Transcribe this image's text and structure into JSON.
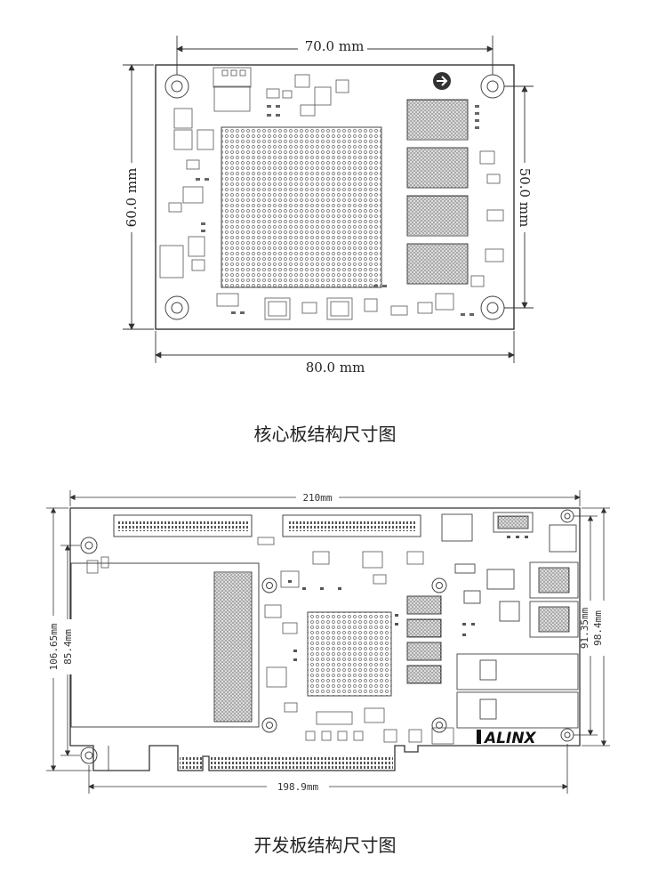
{
  "core_board": {
    "caption": "核心板结构尺寸图",
    "dim_top": "70.0 mm",
    "dim_bottom": "80.0 mm",
    "dim_left": "60.0 mm",
    "dim_right": "50.0 mm"
  },
  "dev_board": {
    "caption": "开发板结构尺寸图",
    "dim_top": "210mm",
    "dim_bottom": "198.9mm",
    "dim_left_outer": "106.65mm",
    "dim_left_inner": "85.4mm",
    "dim_right_inner": "91.35mm",
    "dim_right_outer": "98.4mm",
    "brand": "ALINX"
  },
  "colors": {
    "line": "#333333",
    "silk": "#555555",
    "board": "#ffffff"
  }
}
